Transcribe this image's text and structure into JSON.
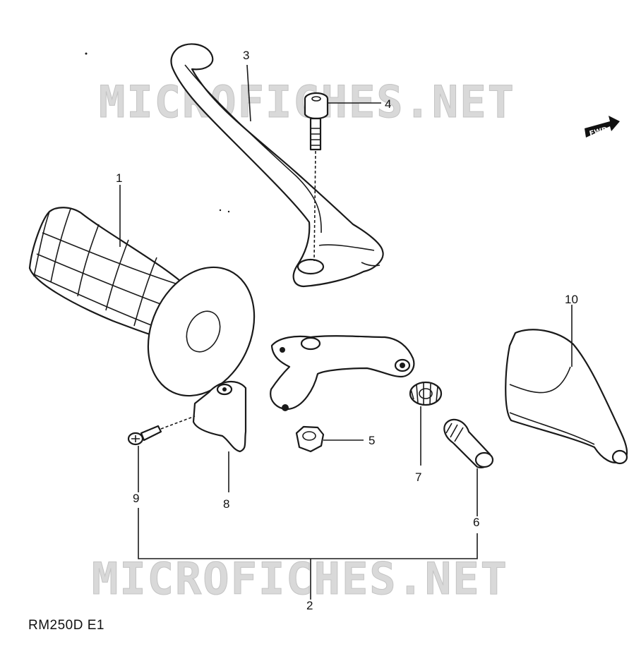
{
  "model_label": "RM250D E1",
  "watermark_text": "MICROFICHES.NET",
  "direction_badge": "FWD",
  "callouts": {
    "c1": "1",
    "c2": "2",
    "c3": "3",
    "c4": "4",
    "c5": "5",
    "c6": "6",
    "c7": "7",
    "c8": "8",
    "c9": "9",
    "c10": "10"
  },
  "parts": [
    {
      "ref": "1",
      "icon": "handlebar-grip-icon"
    },
    {
      "ref": "2",
      "icon": "lever-assembly-bracket"
    },
    {
      "ref": "3",
      "icon": "clutch-lever-icon"
    },
    {
      "ref": "4",
      "icon": "pivot-bolt-icon"
    },
    {
      "ref": "5",
      "icon": "nut-icon"
    },
    {
      "ref": "6",
      "icon": "cable-adjuster-icon"
    },
    {
      "ref": "7",
      "icon": "lock-nut-icon"
    },
    {
      "ref": "8",
      "icon": "clamp-icon"
    },
    {
      "ref": "9",
      "icon": "screw-icon"
    },
    {
      "ref": "10",
      "icon": "lever-cover-icon"
    }
  ],
  "colors": {
    "ink": "#1a1a1a",
    "watermark": "#d9d9d9",
    "background": "#ffffff"
  }
}
